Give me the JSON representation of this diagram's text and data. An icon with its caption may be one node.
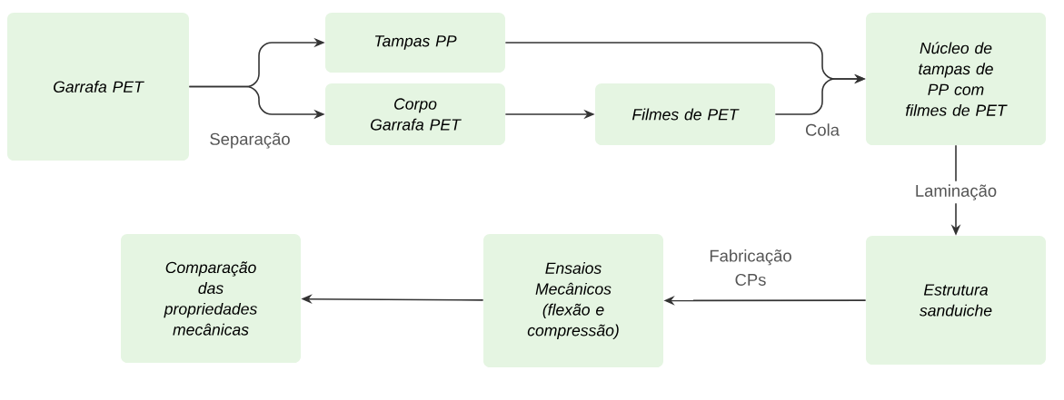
{
  "diagram": {
    "nodes": [
      {
        "text": [
          "Garrafa PET"
        ]
      },
      {
        "text": [
          "Tampas PP"
        ]
      },
      {
        "text": [
          "Corpo Garrafa PET"
        ]
      },
      {
        "text": [
          "Filmes de PET"
        ]
      },
      {
        "text": [
          "Núcleo de tampas de PP com filmes de PET"
        ]
      },
      {
        "text": [
          "Estrutura sanduiche"
        ]
      },
      {
        "text": [
          "Ensaios Mecânicos (flexão e compressão)"
        ]
      },
      {
        "text": [
          "Comparação das propriedades mecânicas"
        ]
      }
    ],
    "edges": [
      {
        "from": 0,
        "to": 1,
        "arrow": "to"
      },
      {
        "from": 0,
        "to": 2,
        "arrow": "to",
        "label": "Separação"
      },
      {
        "from": 1,
        "to": 4,
        "arrow": "to"
      },
      {
        "from": 2,
        "to": 3,
        "arrow": "to"
      },
      {
        "from": 3,
        "to": 4,
        "arrow": "to",
        "label": "Cola"
      },
      {
        "from": 4,
        "to": 5,
        "arrow": "to",
        "label": "Laminação"
      },
      {
        "from": 5,
        "to": 6,
        "arrow": "to",
        "label": "Fabricação CPs"
      },
      {
        "from": 6,
        "to": 7,
        "arrow": "to"
      }
    ]
  }
}
